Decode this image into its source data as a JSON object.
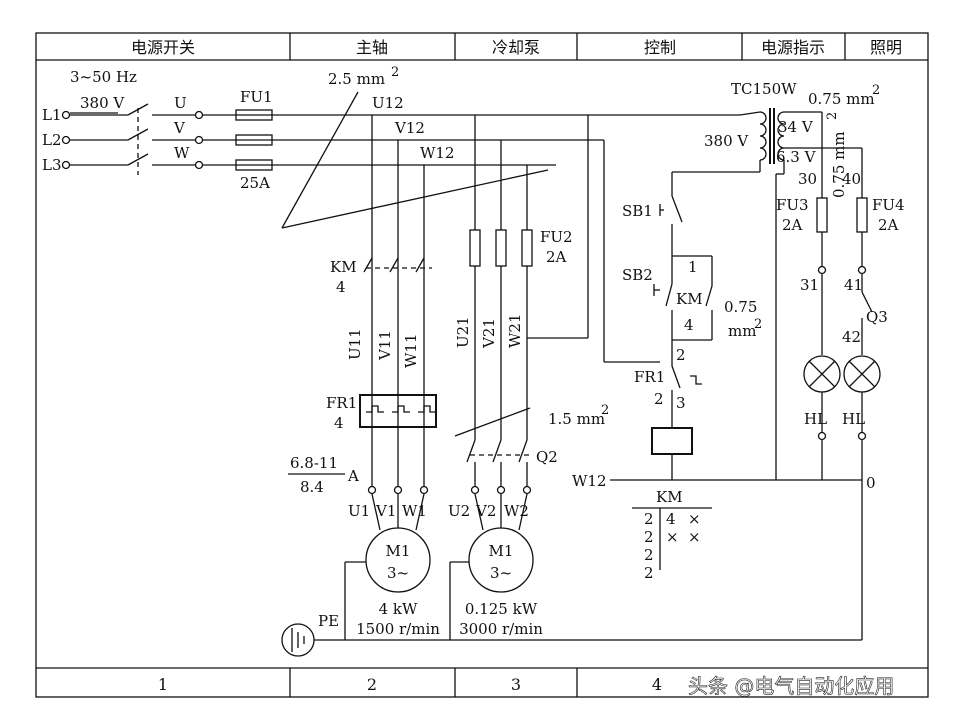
{
  "header": {
    "cols": [
      "电源开关",
      "主轴",
      "冷却泵",
      "控制",
      "电源指示",
      "照明"
    ]
  },
  "footer": {
    "cols": [
      "1",
      "2",
      "3",
      "4"
    ]
  },
  "supply": {
    "freq": "3~50 Hz",
    "voltage": "380 V",
    "lines": [
      "L1",
      "L2",
      "L3"
    ],
    "phases": [
      "U",
      "V",
      "W"
    ],
    "fuse": "FU1",
    "fuse_rating": "25A",
    "wire_main": "2.5 mm",
    "wire_main_sup": "2",
    "wires12": [
      "U12",
      "V12",
      "W12"
    ]
  },
  "spindle": {
    "km": "KM",
    "km_num": "4",
    "wires11": [
      "U11",
      "V11",
      "W11"
    ],
    "fr": "FR1",
    "fr_num": "4",
    "range_top": "6.8-11",
    "range_bot": "8.4",
    "range_unit": "A",
    "terms": [
      "U1",
      "V1",
      "W1"
    ],
    "motor": "M1",
    "motor_phase": "3~",
    "power": "4 kW",
    "speed": "1500 r/min"
  },
  "coolant": {
    "fuse": "FU2",
    "fuse_rating": "2A",
    "wires21": [
      "U21",
      "V21",
      "W21"
    ],
    "wire": "1.5 mm",
    "wire_sup": "2",
    "switch": "Q2",
    "terms": [
      "U2",
      "V2",
      "W2"
    ],
    "motor": "M1",
    "motor_phase": "3~",
    "power": "0.125 kW",
    "speed": "3000 r/min"
  },
  "control": {
    "tc": "TC150W",
    "tc_wire": "0.75 mm",
    "tc_wire_sup": "2",
    "primary": "380 V",
    "sec1": "34 V",
    "sec2": "6.3 V",
    "sb1": "SB1",
    "sb2": "SB2",
    "km": "KM",
    "n1": "1",
    "n4": "4",
    "n2": "2",
    "n2b": "2",
    "n3": "3",
    "wire": "0.75",
    "wire_unit": "mm",
    "wire_sup": "2",
    "fr": "FR1",
    "w12": "W12",
    "km_table_title": "KM",
    "km_table": [
      [
        "2",
        "4",
        "×"
      ],
      [
        "2",
        "×",
        "×"
      ],
      [
        "2",
        "",
        ""
      ],
      [
        "2",
        "",
        ""
      ]
    ]
  },
  "lighting": {
    "vertical_wire": "0.75 mm",
    "vertical_wire_sup": "2",
    "n30": "30",
    "n40": "40",
    "fu3": "FU3",
    "fu3_rating": "2A",
    "fu4": "FU4",
    "fu4_rating": "2A",
    "n31": "31",
    "n41": "41",
    "q3": "Q3",
    "n42": "42",
    "hl1": "HL",
    "hl2": "HL",
    "n0": "0"
  },
  "ground": "PE",
  "watermark": "头条 @电气自动化应用"
}
